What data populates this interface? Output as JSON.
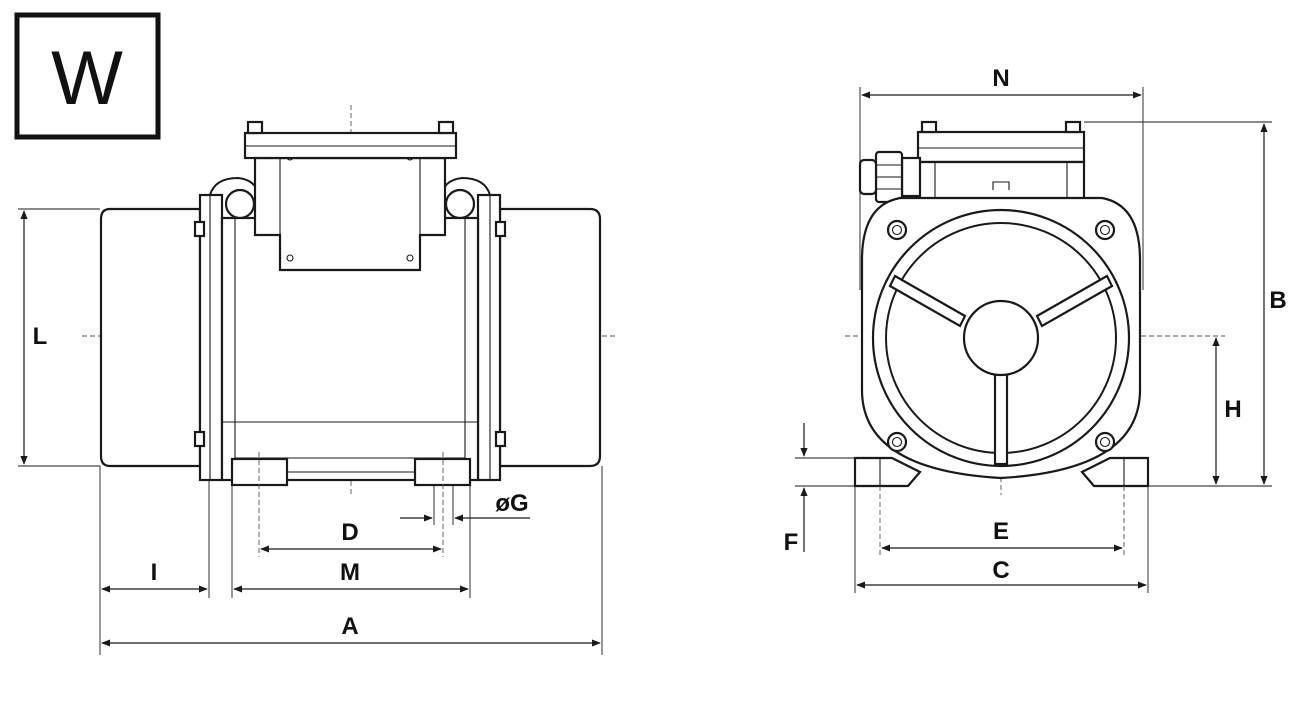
{
  "logo": {
    "letter": "W"
  },
  "labels": {
    "L": "L",
    "I": "I",
    "M": "M",
    "A": "A",
    "D": "D",
    "G": "øG",
    "N": "N",
    "B": "B",
    "H": "H",
    "E": "E",
    "C": "C",
    "F": "F"
  },
  "colors": {
    "line": "#1a1a1a",
    "background": "#ffffff"
  }
}
